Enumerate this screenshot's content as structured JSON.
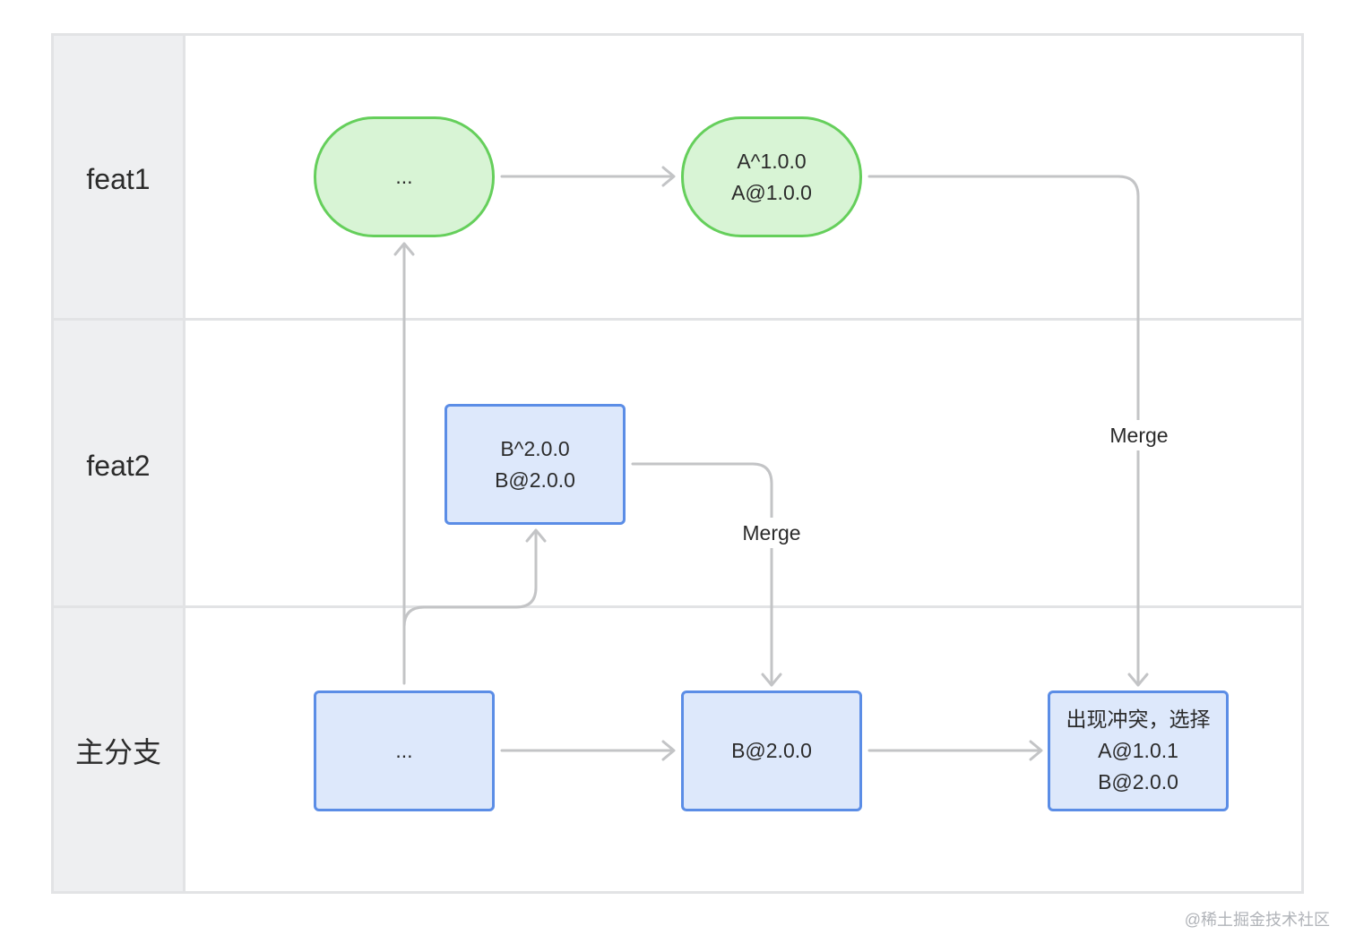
{
  "lanes": [
    {
      "label": "feat1"
    },
    {
      "label": "feat2"
    },
    {
      "label": "主分支"
    }
  ],
  "nodes": {
    "feat1_start": {
      "lines": [
        "..."
      ]
    },
    "feat1_a": {
      "lines": [
        "A^1.0.0",
        "A@1.0.0"
      ]
    },
    "feat2_b": {
      "lines": [
        "B^2.0.0",
        "B@2.0.0"
      ]
    },
    "main_start": {
      "lines": [
        "..."
      ]
    },
    "main_b": {
      "lines": [
        "B@2.0.0"
      ]
    },
    "main_conflict": {
      "lines": [
        "出现冲突，选择",
        "A@1.0.1",
        "B@2.0.0"
      ]
    }
  },
  "edge_labels": {
    "merge_feat2": "Merge",
    "merge_feat1": "Merge"
  },
  "watermark": "@稀土掘金技术社区",
  "colors": {
    "green_fill": "#d8f4d5",
    "green_border": "#65cf5b",
    "blue_fill": "#dde8fb",
    "blue_border": "#5b8de6",
    "edge": "#c3c4c6"
  }
}
